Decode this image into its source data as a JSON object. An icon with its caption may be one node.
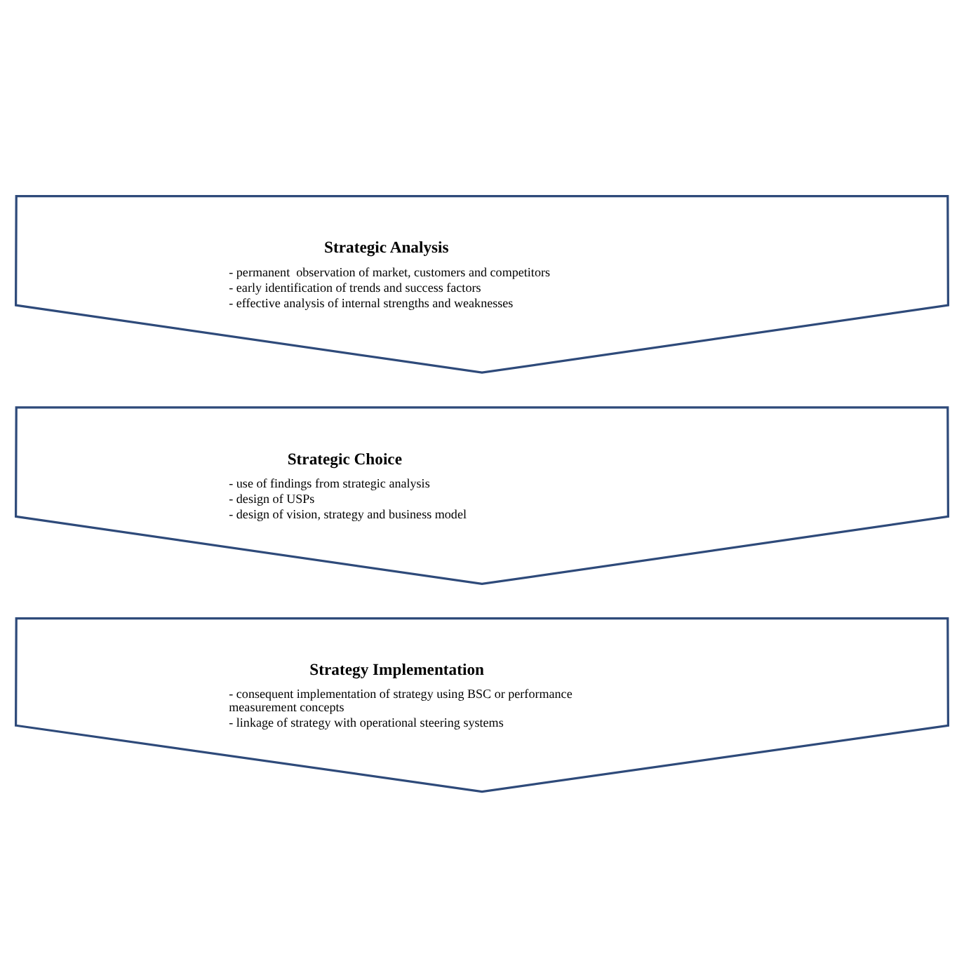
{
  "diagram": {
    "nodes": [
      {
        "text": [
          "Strategic Analysis",
          "- permanent  observation of market, customers and competitors",
          "- early identification of trends and success factors",
          "- effective analysis of internal strengths and weaknesses"
        ]
      },
      {
        "text": [
          "Strategic Choice",
          "- use of findings from strategic analysis",
          "- design of USPs",
          "- design of vision, strategy and business model"
        ]
      },
      {
        "text": [
          "Strategy Implementation",
          "- consequent implementation of strategy using BSC or performance measurement concepts",
          "- linkage of strategy with operational steering systems"
        ]
      }
    ]
  }
}
